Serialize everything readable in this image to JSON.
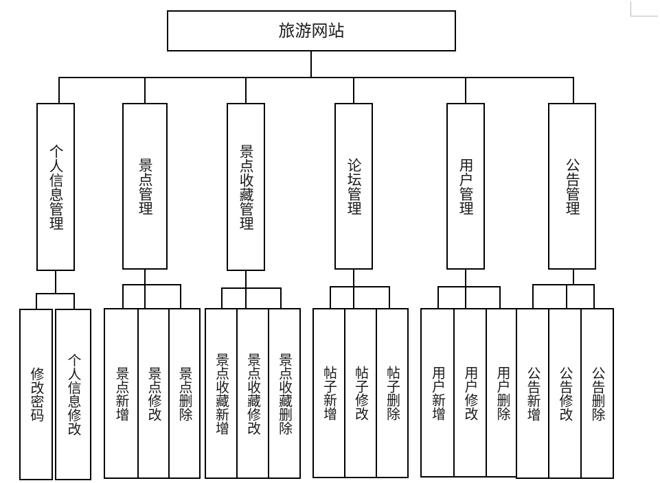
{
  "diagram": {
    "type": "tree",
    "title": "旅游网站",
    "root": {
      "id": "root",
      "label": "旅游网站"
    },
    "level2": [
      {
        "id": "personal-info-management",
        "label": "个人信息管理"
      },
      {
        "id": "scenic-spot-management",
        "label": "景点管理"
      },
      {
        "id": "scenic-favorite-management",
        "label": "景点收藏管理"
      },
      {
        "id": "forum-management",
        "label": "论坛管理"
      },
      {
        "id": "user-management",
        "label": "用户管理"
      },
      {
        "id": "announcement-management",
        "label": "公告管理"
      }
    ],
    "leaves": {
      "personal-info-management": [
        {
          "id": "change-password",
          "label": "修改密码"
        },
        {
          "id": "personal-info-modify",
          "label": "个人信息修改"
        }
      ],
      "scenic-spot-management": [
        {
          "id": "scenic-add",
          "label": "景点新增"
        },
        {
          "id": "scenic-edit",
          "label": "景点修改"
        },
        {
          "id": "scenic-delete",
          "label": "景点删除"
        }
      ],
      "scenic-favorite-management": [
        {
          "id": "favorite-add",
          "label": "景点收藏新增"
        },
        {
          "id": "favorite-edit",
          "label": "景点收藏修改"
        },
        {
          "id": "favorite-delete",
          "label": "景点收藏删除"
        }
      ],
      "forum-management": [
        {
          "id": "post-add",
          "label": "帖子新增"
        },
        {
          "id": "post-edit",
          "label": "帖子修改"
        },
        {
          "id": "post-delete",
          "label": "帖子删除"
        }
      ],
      "user-management": [
        {
          "id": "user-add",
          "label": "用户新增"
        },
        {
          "id": "user-edit",
          "label": "用户修改"
        },
        {
          "id": "user-delete",
          "label": "用户删除"
        }
      ],
      "announcement-management": [
        {
          "id": "announcement-add",
          "label": "公告新增"
        },
        {
          "id": "announcement-edit",
          "label": "公告修改"
        },
        {
          "id": "announcement-delete",
          "label": "公告删除"
        }
      ]
    },
    "colors": {
      "stroke": "#000000",
      "fill": "#ffffff",
      "text": "#1a1a1a",
      "margin_guide": "#b9b9b9"
    }
  }
}
